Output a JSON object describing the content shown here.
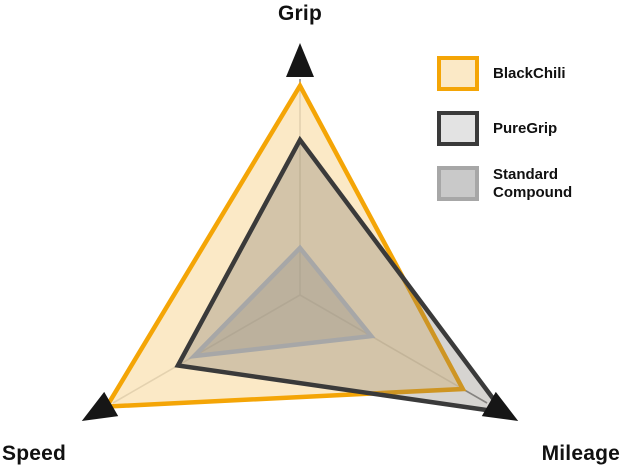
{
  "chart_data": {
    "type": "radar",
    "title": "",
    "categories": [
      "Grip",
      "Speed",
      "Mileage"
    ],
    "scale": {
      "min": 0,
      "max": 1
    },
    "axis_color": "#8B8B8B",
    "arrow_color": "#161616",
    "background": "#FFFFFF",
    "legend_position": "top-right",
    "series": [
      {
        "name": "BlackChili",
        "values": [
          0.89,
          0.95,
          0.8
        ],
        "stroke": "#F4A506",
        "fill": "rgba(250, 227, 184, 0.80)",
        "swatch_fill": "#FBE9C6"
      },
      {
        "name": "PureGrip",
        "values": [
          0.66,
          0.6,
          1.0
        ],
        "stroke": "#3A3A3A",
        "fill": "rgba(120, 114, 104, 0.30)",
        "swatch_fill": "#E3E3E3"
      },
      {
        "name": "Standard Compound",
        "values": [
          0.2,
          0.52,
          0.35
        ],
        "stroke": "#A7A7A7",
        "fill": "rgba(150, 146, 140, 0.38)",
        "swatch_fill": "#C9C9C9"
      }
    ]
  }
}
